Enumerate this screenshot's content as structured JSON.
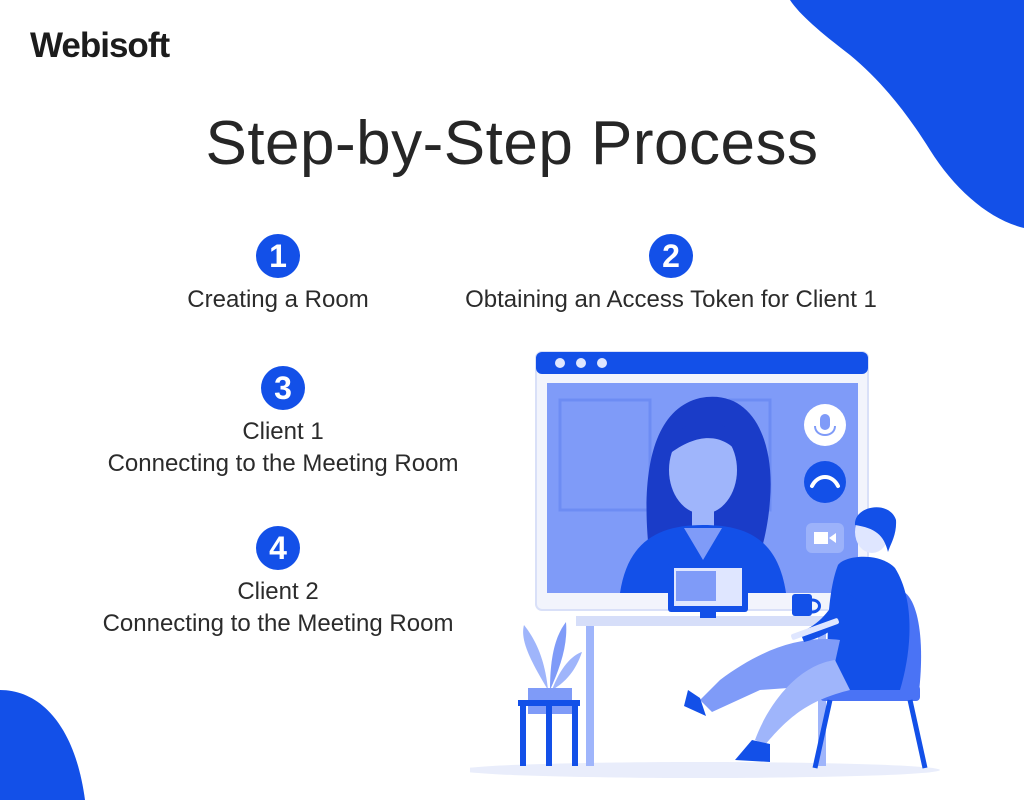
{
  "brand": {
    "name": "Webisoft"
  },
  "title": "Step-by-Step Process",
  "colors": {
    "accent": "#1350e8",
    "illustration_light": "#7f9bf8",
    "illustration_mid": "#4a73f5"
  },
  "steps": [
    {
      "number": "1",
      "lines": [
        "Creating a Room"
      ]
    },
    {
      "number": "2",
      "lines": [
        "Obtaining an Access Token for Client 1"
      ]
    },
    {
      "number": "3",
      "lines": [
        "Client 1",
        "Connecting to the Meeting Room"
      ]
    },
    {
      "number": "4",
      "lines": [
        "Client 2",
        "Connecting to the Meeting Room"
      ]
    }
  ],
  "illustration": {
    "icons": [
      "microphone-icon",
      "hang-up-icon",
      "video-camera-icon"
    ]
  }
}
